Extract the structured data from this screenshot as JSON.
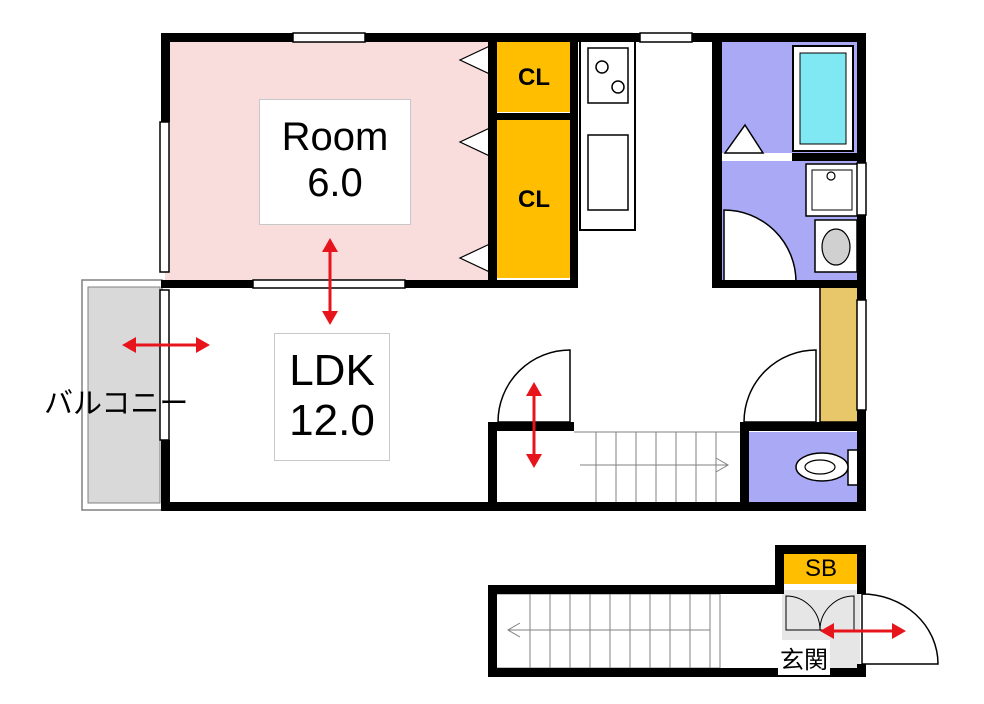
{
  "rooms": {
    "room": {
      "name": "Room",
      "size": "6.0",
      "color": "#f9dcdc"
    },
    "ldk": {
      "name": "LDK",
      "size": "12.0"
    },
    "closet_upper": "CL",
    "closet_lower": "CL",
    "shoe_box": "SB",
    "balcony": "バルコニー",
    "entrance": "玄関"
  },
  "colors": {
    "wall": "#000000",
    "closet": "#ffbf00",
    "wet_area": "#a9a9f5",
    "bathtub": "#7fe8f2",
    "balcony": "#d9d9d9",
    "storage": "#e8c66a",
    "arrow": "#e8141c"
  }
}
